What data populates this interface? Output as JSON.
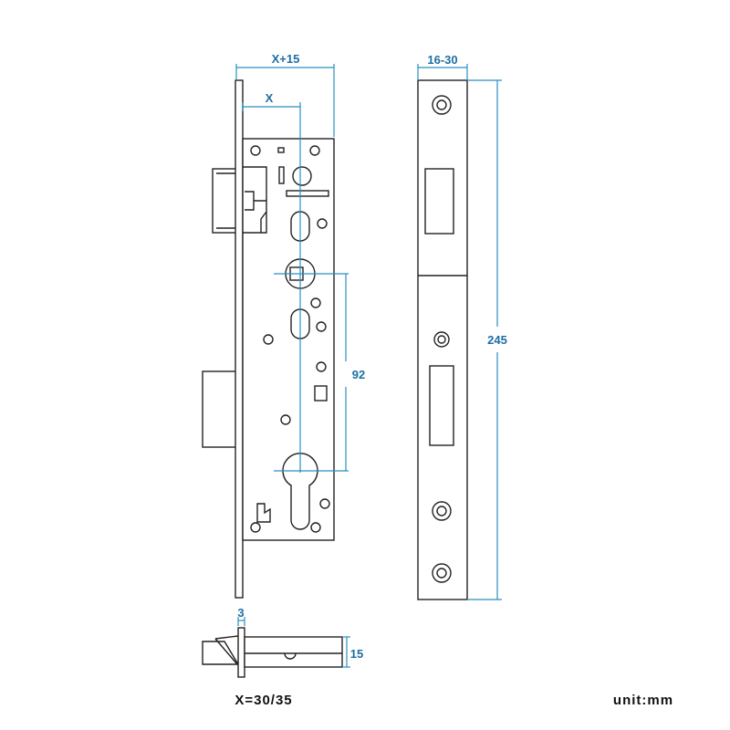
{
  "dimensions": {
    "backset_plus": "X+15",
    "backset": "X",
    "center_distance": "92",
    "strike_width": "16-30",
    "strike_height": "245",
    "faceplate_thickness": "3",
    "latch_height": "15"
  },
  "notes": {
    "x_values": "X=30/35",
    "unit": "unit:mm"
  },
  "colors": {
    "dimension": "#2a8fc0",
    "line": "#222222"
  }
}
